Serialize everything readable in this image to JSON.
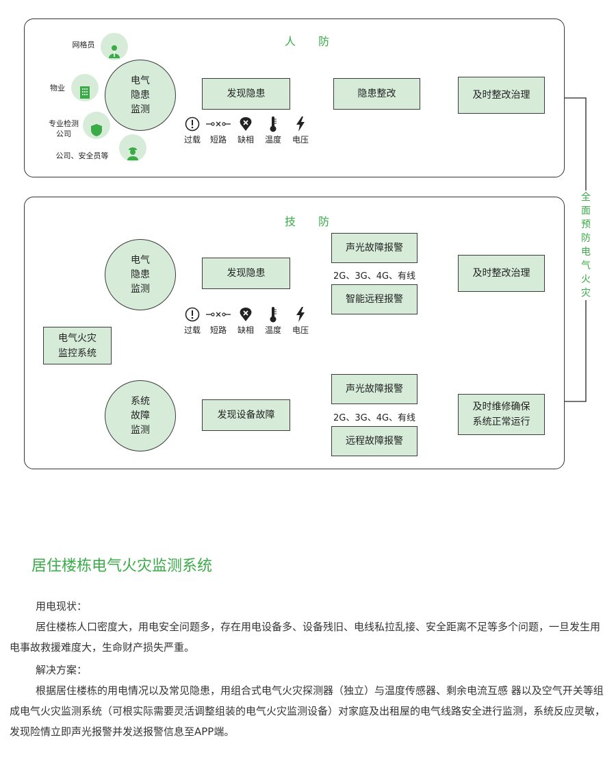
{
  "human": {
    "title": "人 防",
    "roles": [
      "网格员",
      "物业",
      "专业检测\n公司",
      "公司、安全员等"
    ],
    "monitor": "电气\n隐患\n监测",
    "steps": [
      "发现隐患",
      "隐患整改",
      "及时整改治理"
    ]
  },
  "hazards": [
    "过载",
    "短路",
    "缺相",
    "温度",
    "电压"
  ],
  "tech": {
    "title": "技 防",
    "system": "电气火灾\n监控系统",
    "top": {
      "monitor": "电气\n隐患\n监测",
      "find": "发现隐患",
      "alarm1": "声光故障报警",
      "alarm2": "智能远程报警",
      "network": "2G、3G、4G、有线",
      "result": "及时整改治理"
    },
    "bottom": {
      "monitor": "系统\n故障\n监测",
      "find": "发现设备故障",
      "alarm1": "声光故障报警",
      "alarm2": "远程故障报警",
      "network": "2G、3G、4G、有线",
      "result": "及时维修确保\n系统正常运行"
    }
  },
  "side_label": "全\n面\n预\n防\n电\n气\n火\n灾",
  "doc": {
    "title": "居住楼栋电气火灾监测系统",
    "p1_heading": "用电现状：",
    "p1_body": "居住楼栋人口密度大，用电安全问题多，存在用电设备多、设备残旧、电线私拉乱接、安全距离不足等多个问题，一旦发生用电事故救援难度大，生命财产损失严重。",
    "p2_heading": "解决方案：",
    "p2_body": "根据居住楼栋的用电情况以及常见隐患，用组合式电气火灾探测器（独立）与温度传感器、剩余电流互感 器以及空气开关等组成电气火灾监测系统（可根实际需要灵活调整组装的电气火灾监测设备）对家庭及出租屋的电气线路安全进行监测，系统反应灵敏，发现险情立即声光报警并发送报警信息至APP端。"
  },
  "colors": {
    "accent": "#3aab47",
    "box_fill": "#d6ecd9"
  },
  "icons": [
    "person-icon",
    "building-icon",
    "shield-icon",
    "worker-icon",
    "exclamation-icon",
    "short-circuit-icon",
    "phase-loss-icon",
    "thermometer-icon",
    "lightning-icon"
  ]
}
